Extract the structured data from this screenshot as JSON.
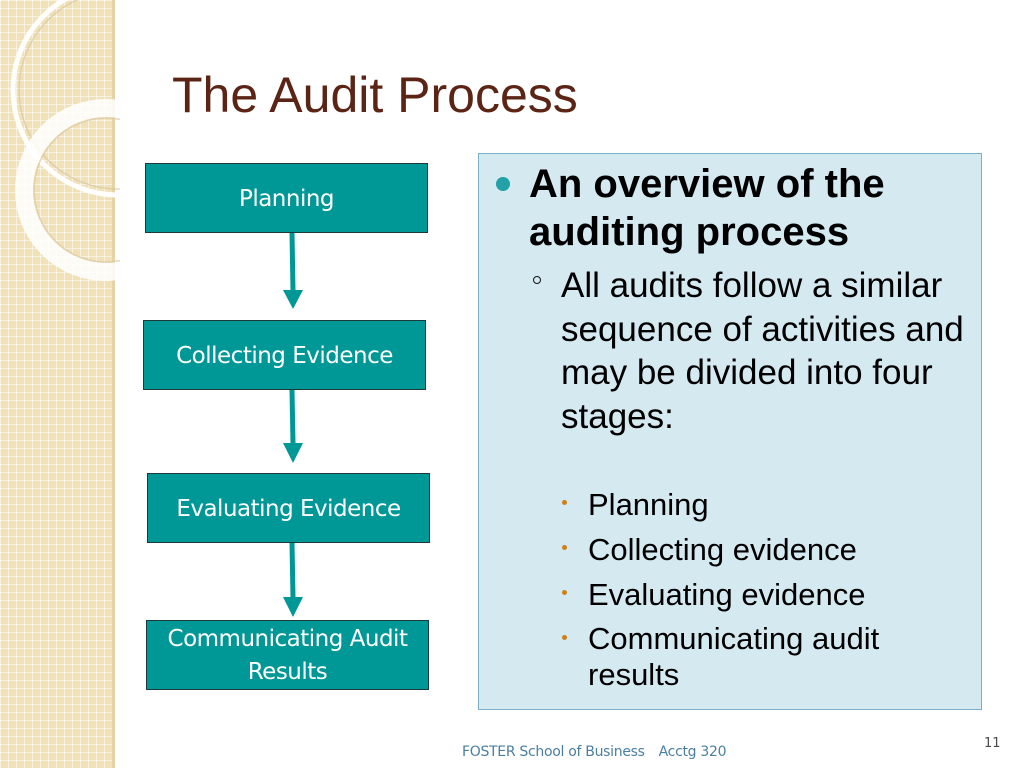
{
  "slide": {
    "title": "The Audit Process",
    "flow": {
      "steps": [
        {
          "lines": [
            "Planning"
          ]
        },
        {
          "lines": [
            "Collecting Evidence"
          ]
        },
        {
          "lines": [
            "Evaluating Evidence"
          ]
        },
        {
          "lines": [
            "Communicating Audit",
            "Results"
          ]
        }
      ]
    },
    "content": {
      "heading": "An overview of the auditing process",
      "sub_point": "All audits follow a similar sequence of activities and may be divided into four stages:",
      "stages": [
        "Planning",
        "Collecting evidence",
        "Evaluating evidence",
        "Communicating audit results"
      ]
    },
    "footer": {
      "school": "FOSTER School of Business",
      "course": "Acctg 320",
      "page_number": "11"
    },
    "colors": {
      "box_fill": "#009896",
      "title": "#5b2414",
      "panel_fill": "#d5e9f1",
      "bullet_primary": "#22a1a6",
      "bullet_tertiary": "#d07f17"
    }
  }
}
